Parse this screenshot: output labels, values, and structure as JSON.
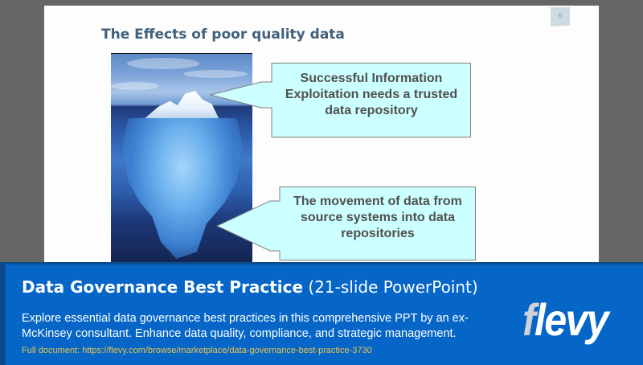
{
  "slide": {
    "title": "The Effects of poor quality data",
    "page_number": "6",
    "image": "iceberg-image",
    "callouts": [
      {
        "text": "Successful Information Exploitation needs a trusted data repository",
        "lines": [
          "Successful Information",
          "Exploitation needs a trusted",
          "data repository"
        ]
      },
      {
        "text": "The movement of data from source systems into data repositories",
        "lines": [
          "The movement of data from",
          "source systems into data",
          "repositories"
        ]
      }
    ],
    "colors": {
      "title": "#41617c",
      "callout_fill": "#ccffff",
      "callout_border": "#7f7f7f",
      "callout_text": "#505050"
    }
  },
  "banner": {
    "title_bold": "Data Governance Best Practice",
    "title_light": "(21-slide PowerPoint)",
    "description": "Explore essential data governance best practices in this comprehensive PPT by an ex-McKinsey consultant. Enhance data quality, compliance, and strategic management.",
    "link": "Full document: https://flevy.com/browse/marketplace/data-governance-best-practice-3730",
    "logo": {
      "first": "f",
      "rest": "levy"
    },
    "colors": {
      "background": "#0566c8",
      "link": "#e6c34a",
      "text": "#ffffff"
    }
  }
}
